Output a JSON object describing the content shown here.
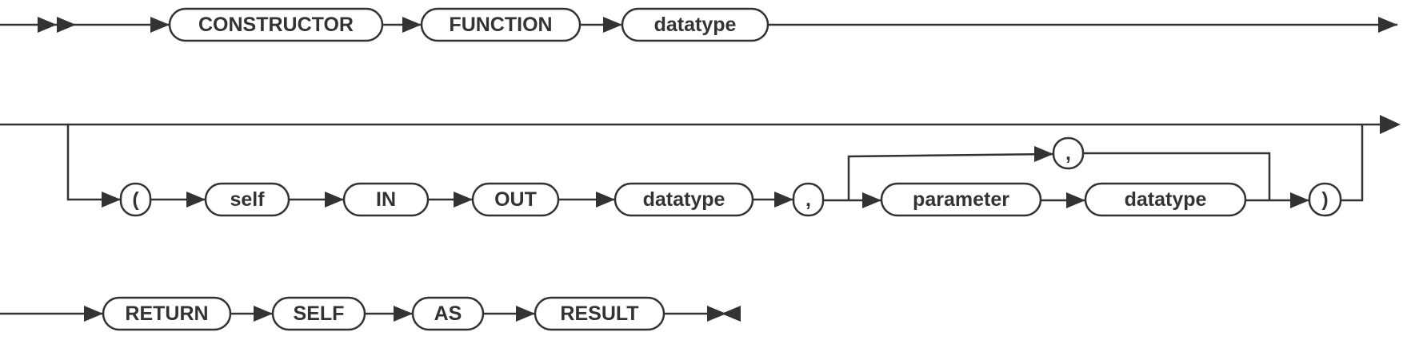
{
  "rows": [
    {
      "terminals": [
        "CONSTRUCTOR",
        "FUNCTION",
        "datatype"
      ]
    },
    {
      "terminals": [
        "(",
        "self",
        "IN",
        "OUT",
        "datatype",
        ",",
        "parameter",
        "datatype",
        ")"
      ],
      "repeat_separator": ","
    },
    {
      "terminals": [
        "RETURN",
        "SELF",
        "AS",
        "RESULT"
      ]
    }
  ]
}
